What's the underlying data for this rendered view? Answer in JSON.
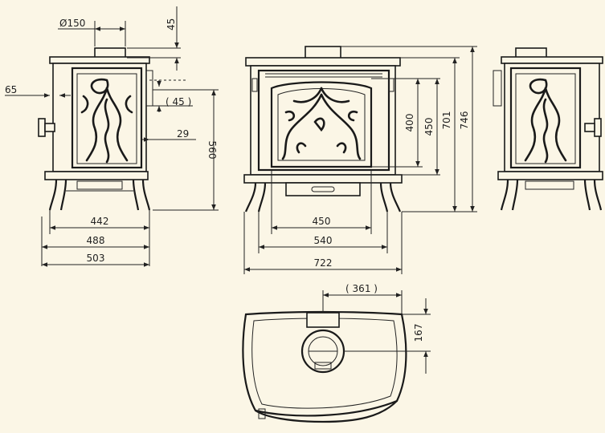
{
  "side_view_left": {
    "flue_diameter": "Ø150",
    "flue_height": "45",
    "rear_offset": "65",
    "flue_offset": "( 45 )",
    "door_inset": "29",
    "height": "560",
    "width_feet": "442",
    "width_body": "488",
    "width_total": "503"
  },
  "front_view": {
    "glass_height": "400",
    "door_height": "450",
    "body_height": "701",
    "total_height": "746",
    "glass_width": "450",
    "body_width": "540",
    "total_width": "722"
  },
  "top_view": {
    "flue_center_x": "( 361 )",
    "flue_center_y": "167"
  },
  "colors": {
    "background": "#fbf6e6",
    "line": "#1a1a1a"
  }
}
